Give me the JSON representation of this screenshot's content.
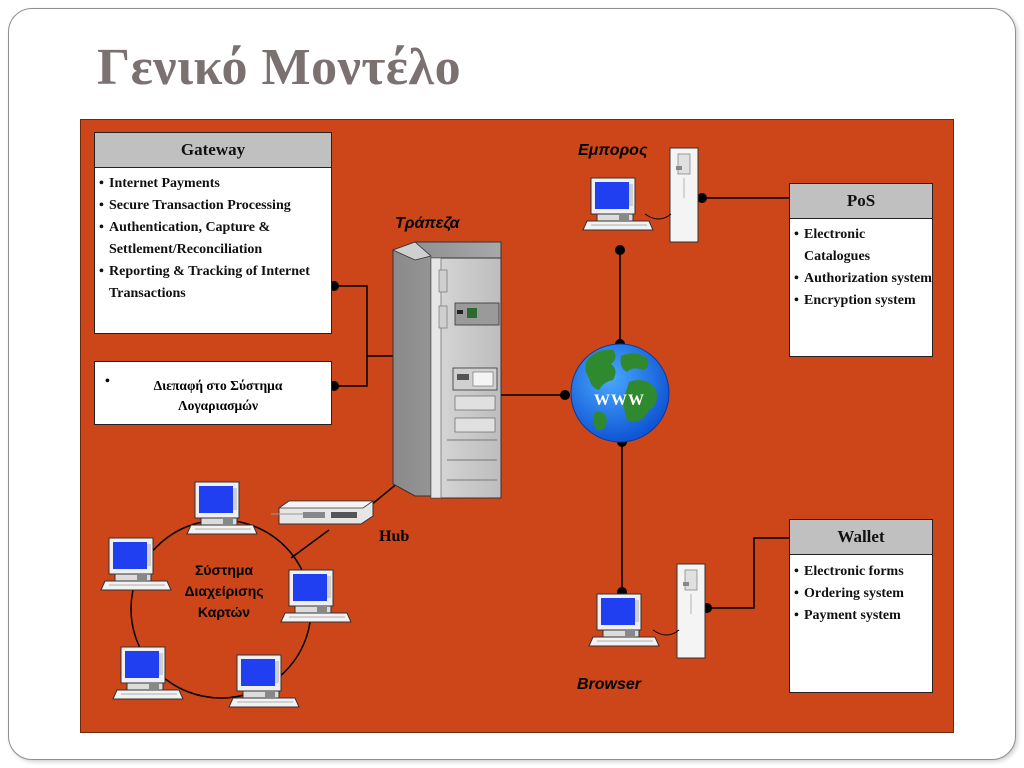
{
  "title": "Γενικό Μοντέλο",
  "gateway": {
    "header": "Gateway",
    "items": [
      "Internet Payments",
      "Secure Transaction Processing",
      "Authentication, Capture & Settlement/Reconciliation",
      "Reporting & Tracking of Internet Transactions"
    ]
  },
  "accounts_box": {
    "item": "Διεπαφή στο Σύστημα Λογαριασμών"
  },
  "bank_label": "Τράπεζα",
  "merchant_label": "Εμπορος",
  "pos": {
    "header": "PoS",
    "items": [
      "Electronic Catalogues",
      "Authorization system",
      "Encryption system"
    ]
  },
  "www_label": "WWW",
  "wallet": {
    "header": "Wallet",
    "items": [
      "Electronic forms",
      "Ordering system",
      "Payment system"
    ]
  },
  "browser_label": "Browser",
  "hub_label": "Hub",
  "card_system_label": "Σύστημα Διαχείρισης Καρτών",
  "colors": {
    "panel": "#cc4619",
    "screen": "#1f3ff0",
    "box_header": "#c0c0c0",
    "title": "#7a7170"
  }
}
